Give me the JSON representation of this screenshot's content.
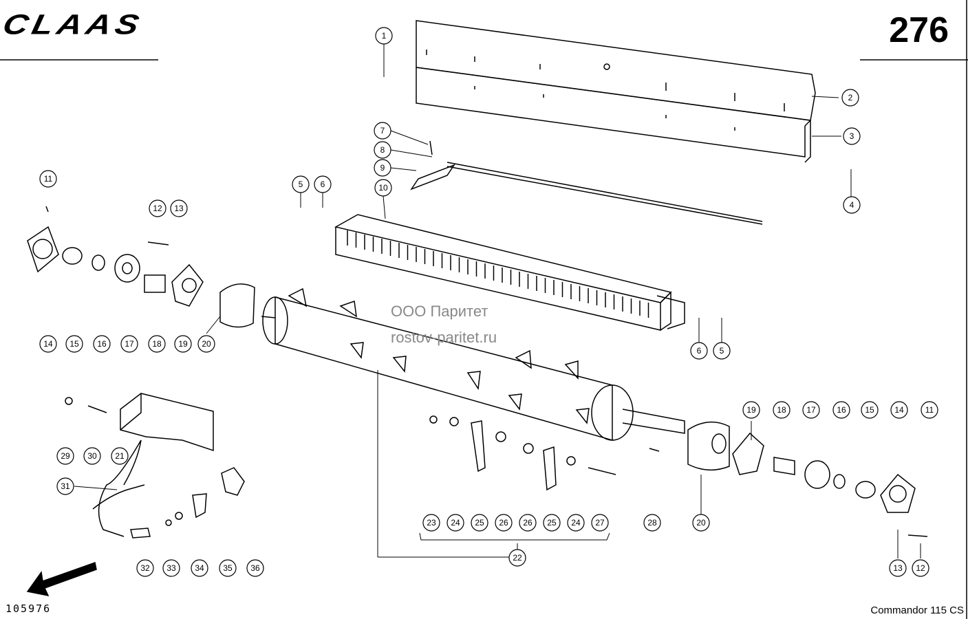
{
  "header": {
    "brand": "CLAAS",
    "page_number": "276"
  },
  "footer": {
    "drawing_number": "105976",
    "model": "Commandor 115 CS"
  },
  "watermark": {
    "line1": "ООО Паритет",
    "line2": "rostov-paritet.ru"
  },
  "callouts": [
    {
      "id": "c1",
      "label": "1"
    },
    {
      "id": "c2",
      "label": "2"
    },
    {
      "id": "c3",
      "label": "3"
    },
    {
      "id": "c4",
      "label": "4"
    },
    {
      "id": "c5a",
      "label": "5"
    },
    {
      "id": "c6a",
      "label": "6"
    },
    {
      "id": "c7",
      "label": "7"
    },
    {
      "id": "c8",
      "label": "8"
    },
    {
      "id": "c9",
      "label": "9"
    },
    {
      "id": "c10",
      "label": "10"
    },
    {
      "id": "c11a",
      "label": "11"
    },
    {
      "id": "c12a",
      "label": "12"
    },
    {
      "id": "c13a",
      "label": "13"
    },
    {
      "id": "c14a",
      "label": "14"
    },
    {
      "id": "c15a",
      "label": "15"
    },
    {
      "id": "c16a",
      "label": "16"
    },
    {
      "id": "c17a",
      "label": "17"
    },
    {
      "id": "c18a",
      "label": "18"
    },
    {
      "id": "c19a",
      "label": "19"
    },
    {
      "id": "c20a",
      "label": "20"
    },
    {
      "id": "c6b",
      "label": "6"
    },
    {
      "id": "c5b",
      "label": "5"
    },
    {
      "id": "c29",
      "label": "29"
    },
    {
      "id": "c30",
      "label": "30"
    },
    {
      "id": "c21",
      "label": "21"
    },
    {
      "id": "c31",
      "label": "31"
    },
    {
      "id": "c32",
      "label": "32"
    },
    {
      "id": "c33",
      "label": "33"
    },
    {
      "id": "c34",
      "label": "34"
    },
    {
      "id": "c35",
      "label": "35"
    },
    {
      "id": "c36",
      "label": "36"
    },
    {
      "id": "c23",
      "label": "23"
    },
    {
      "id": "c24a",
      "label": "24"
    },
    {
      "id": "c25a",
      "label": "25"
    },
    {
      "id": "c26a",
      "label": "26"
    },
    {
      "id": "c26b",
      "label": "26"
    },
    {
      "id": "c25b",
      "label": "25"
    },
    {
      "id": "c24b",
      "label": "24"
    },
    {
      "id": "c27",
      "label": "27"
    },
    {
      "id": "c22",
      "label": "22"
    },
    {
      "id": "c28",
      "label": "28"
    },
    {
      "id": "c20b",
      "label": "20"
    },
    {
      "id": "c19b",
      "label": "19"
    },
    {
      "id": "c18b",
      "label": "18"
    },
    {
      "id": "c17b",
      "label": "17"
    },
    {
      "id": "c16b",
      "label": "16"
    },
    {
      "id": "c15b",
      "label": "15"
    },
    {
      "id": "c14b",
      "label": "14"
    },
    {
      "id": "c11b",
      "label": "11"
    },
    {
      "id": "c13b",
      "label": "13"
    },
    {
      "id": "c12b",
      "label": "12"
    }
  ]
}
